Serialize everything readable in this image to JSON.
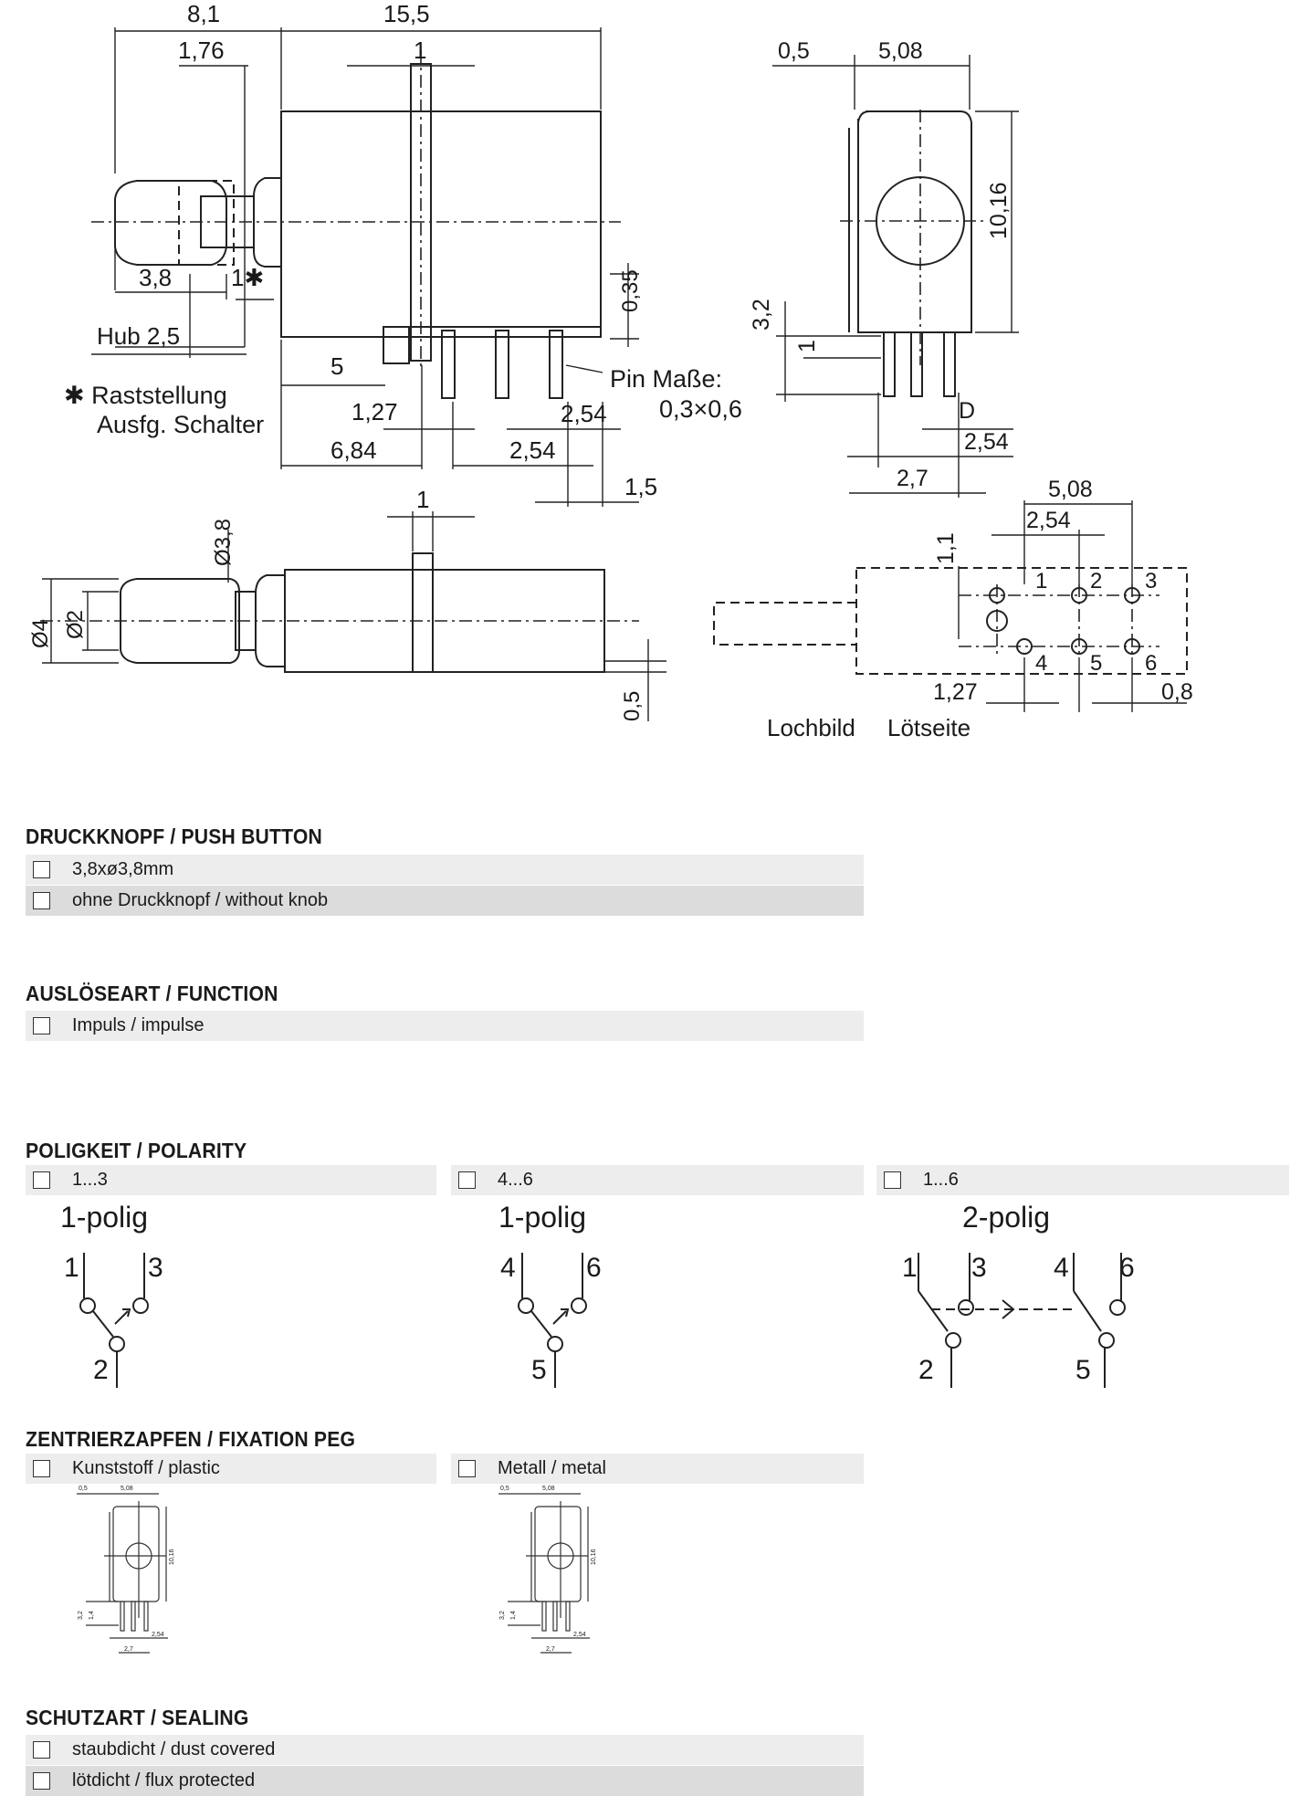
{
  "drawing": {
    "dims_top": {
      "d81": "8,1",
      "d155": "15,5",
      "d176": "1,76",
      "d1": "1",
      "d38": "3,8",
      "d1star": "1✱",
      "hub": "Hub 2,5",
      "d035": "0,35",
      "d5": "5",
      "d127": "1,27",
      "d254a": "2,54",
      "d684": "6,84",
      "d254b": "2,54",
      "d15": "1,5",
      "pin1": "Pin Maße:",
      "pin2": "0,3×0,6",
      "rast1": "✱ Raststellung",
      "rast2": "Ausfg. Schalter"
    },
    "dims_side": {
      "d05": "0,5",
      "d508": "5,08",
      "d1016": "10,16",
      "d32": "3,2",
      "d1": "1",
      "D": "D",
      "d254": "2,54",
      "d27": "2,7"
    },
    "dims_bottom": {
      "d1": "1",
      "phi38": "Ø3,8",
      "phi4": "Ø4",
      "phi2": "Ø2",
      "d05": "0,5"
    },
    "hole_pattern": {
      "d508": "5,08",
      "d254": "2,54",
      "d11": "1,1",
      "d127": "1,27",
      "d08": "0,8",
      "pins": [
        "1",
        "2",
        "3",
        "4",
        "5",
        "6"
      ],
      "lochbild": "Lochbild",
      "loetseite": "Lötseite"
    }
  },
  "sections": {
    "push_button": {
      "title": "DRUCKKNOPF / PUSH BUTTON",
      "options": [
        "3,8xø3,8mm",
        "ohne Druckknopf / without knob"
      ]
    },
    "function": {
      "title": "AUSLÖSEART / FUNCTION",
      "options": [
        "Impuls / impulse"
      ]
    },
    "polarity": {
      "title": "POLIGKEIT / POLARITY",
      "options": [
        {
          "label": "1...3",
          "diagram_title": "1-polig",
          "pins": [
            "1",
            "3",
            "2"
          ]
        },
        {
          "label": "4...6",
          "diagram_title": "1-polig",
          "pins": [
            "4",
            "6",
            "5"
          ]
        },
        {
          "label": "1...6",
          "diagram_title": "2-polig",
          "pins": [
            "1",
            "3",
            "2",
            "4",
            "6",
            "5"
          ]
        }
      ]
    },
    "fixation_peg": {
      "title": "ZENTRIERZAPFEN / FIXATION PEG",
      "options": [
        "Kunststoff / plastic",
        "Metall / metal"
      ],
      "thumb_dims": [
        "0,5",
        "5,08",
        "10,16",
        "3,2",
        "1,4",
        "2,54",
        "2,7"
      ]
    },
    "sealing": {
      "title": "SCHUTZART / SEALING",
      "options": [
        "staubdicht / dust covered",
        "lötdicht / flux protected"
      ]
    }
  }
}
